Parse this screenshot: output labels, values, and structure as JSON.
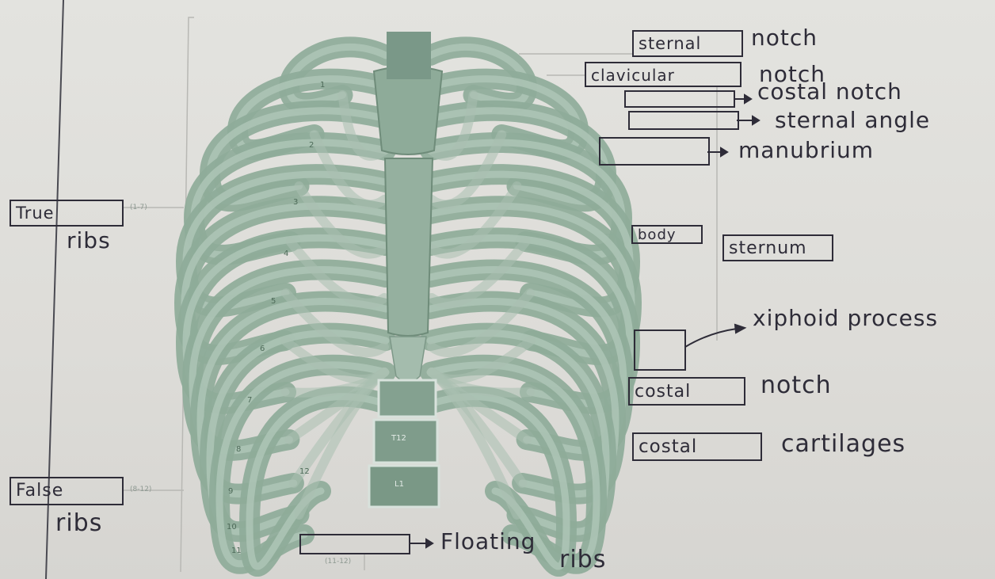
{
  "colors": {
    "paper": "#dfdfdb",
    "ink": "#2e2c38",
    "bone": "#8eab99",
    "bone_dark": "#5f7b69",
    "bone_light": "#b4cabc",
    "guide_line": "#b8b8b4"
  },
  "labels": {
    "sternal_notch": {
      "box": "sternal",
      "text": "notch"
    },
    "clavicular_notch": {
      "box": "clavicular",
      "text": "notch"
    },
    "costal_notch_top": {
      "box": "",
      "text": "costal notch"
    },
    "sternal_angle": {
      "box": "",
      "text": "sternal angle"
    },
    "manubrium": {
      "box": "",
      "text": "manubrium"
    },
    "body": {
      "box": "body"
    },
    "sternum": {
      "box": "sternum"
    },
    "xiphoid_process": {
      "box": "",
      "text": "xiphoid process"
    },
    "costal_notch_bottom": {
      "box": "costal",
      "text": "notch"
    },
    "costal_cartilages": {
      "box": "costal",
      "text": "cartilages"
    },
    "true_ribs": {
      "box": "True",
      "text": "ribs",
      "range": "(1-7)"
    },
    "false_ribs": {
      "box": "False",
      "text": "ribs",
      "range": "(8-12)"
    },
    "floating_ribs": {
      "box": "",
      "text_a": "Floating",
      "text_b": "ribs",
      "range": "(11-12)"
    }
  },
  "rib_numbers": [
    "1",
    "2",
    "3",
    "4",
    "5",
    "6",
    "7",
    "8",
    "9",
    "10",
    "11",
    "12"
  ],
  "vertebra_labels": [
    "T12",
    "L1"
  ]
}
